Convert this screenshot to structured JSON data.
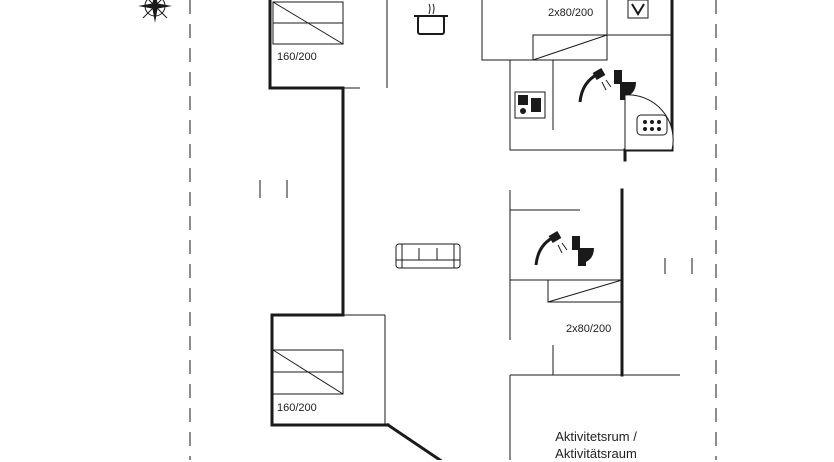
{
  "labels": {
    "bed_top_left": "160/200",
    "bed_top_right": "2x80/200",
    "bed_mid_right": "2x80/200",
    "bed_bottom_left": "160/200",
    "activity_room_line1": "Aktivitetsrum /",
    "activity_room_line2": "Aktivitätsraum"
  },
  "icons": [
    "compass-icon",
    "cooking-pot-icon",
    "shower-icon",
    "toilet-icon",
    "washing-machine-icon",
    "whirlpool-icon",
    "sofa-icon",
    "bed-icon"
  ]
}
